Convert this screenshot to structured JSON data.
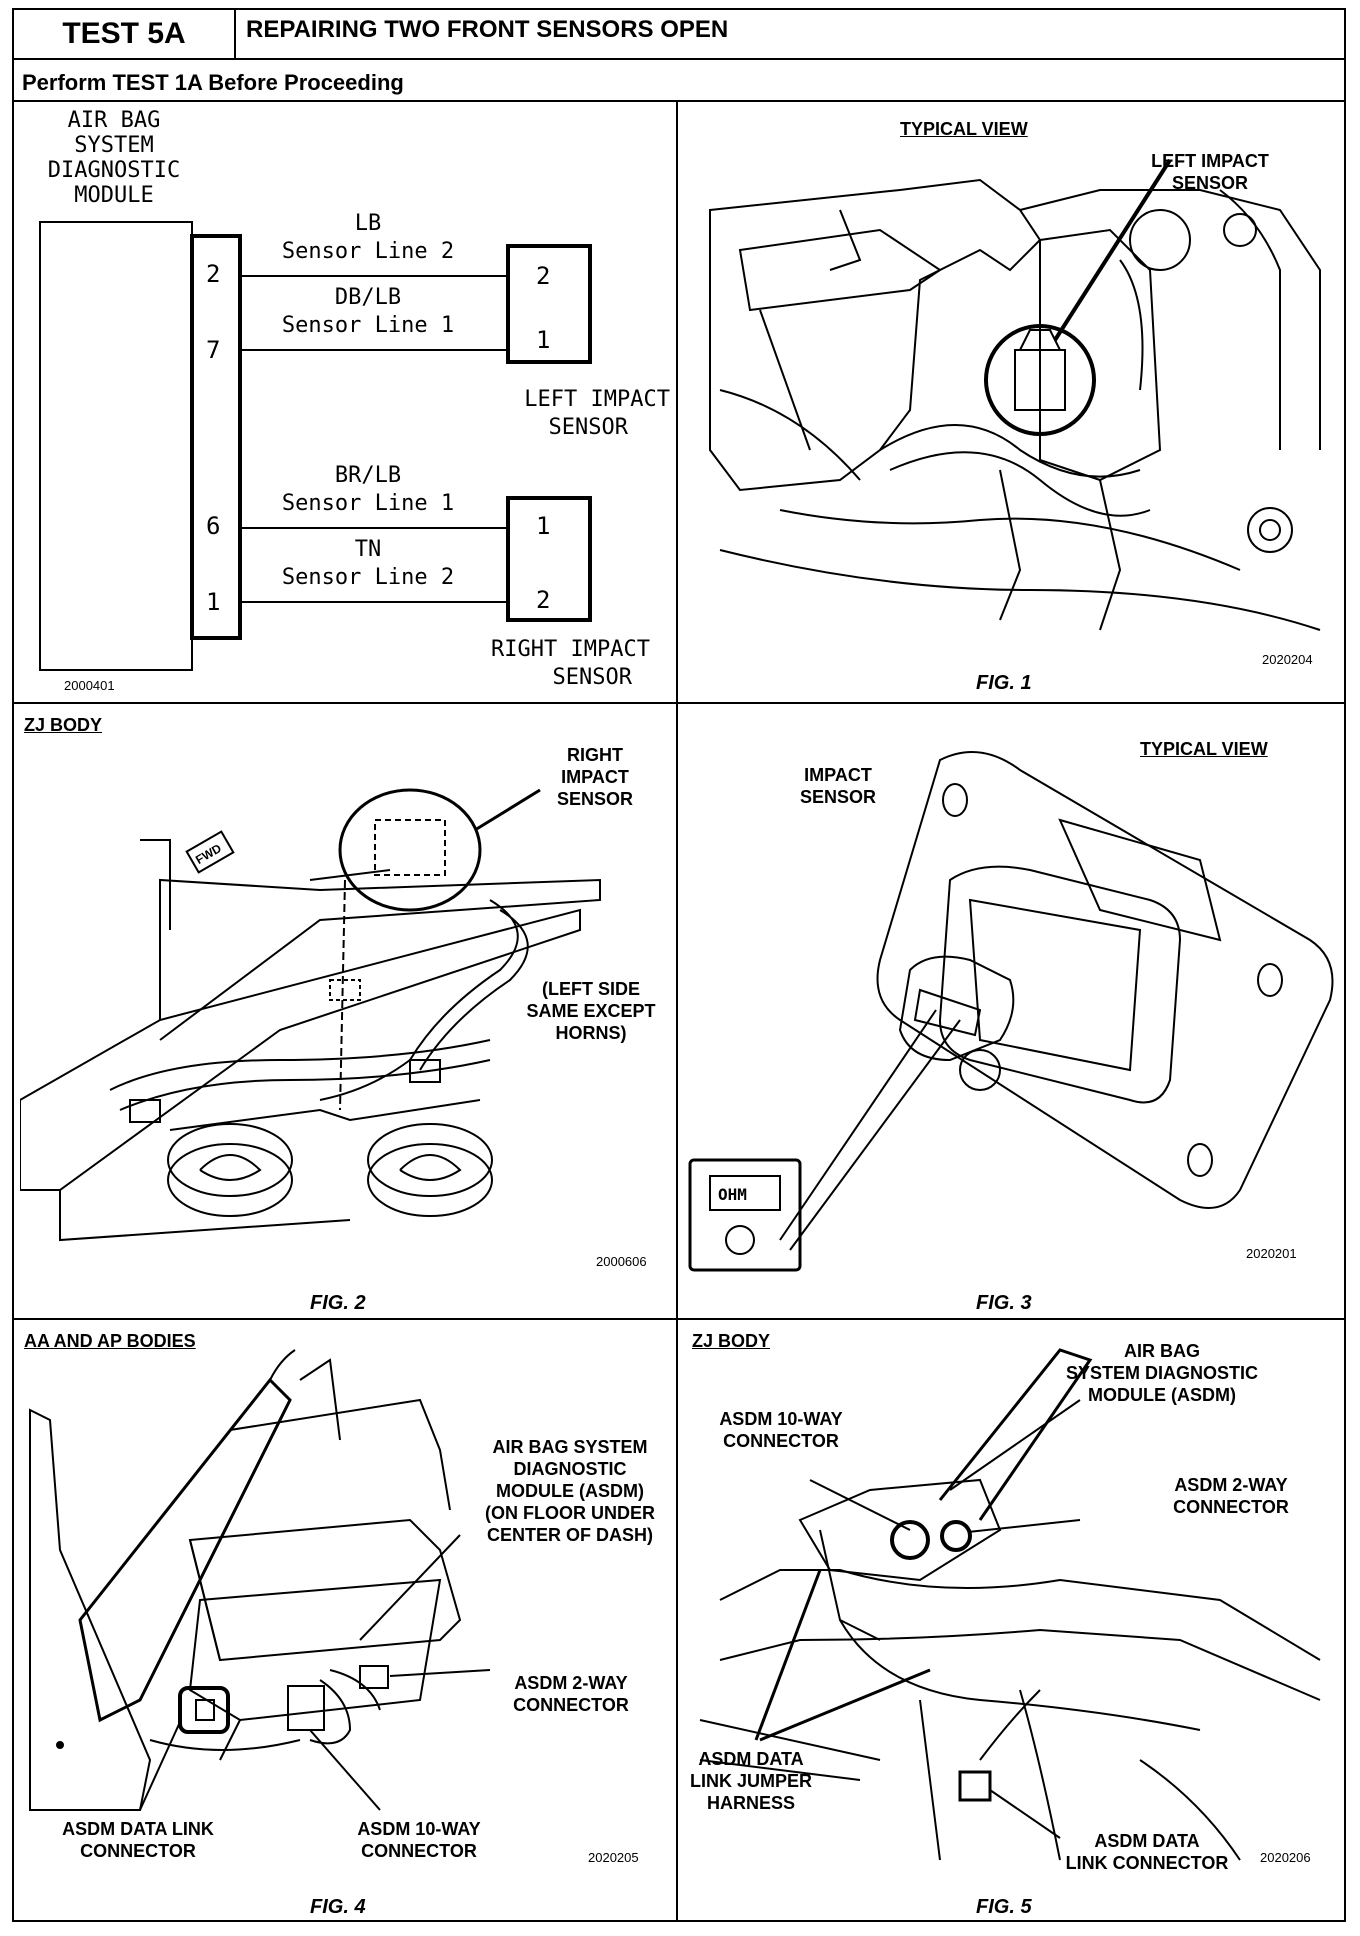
{
  "header": {
    "test": "TEST 5A",
    "title": "REPAIRING TWO FRONT SENSORS OPEN",
    "subtitle": "Perform TEST 1A Before Proceeding"
  },
  "schematic": {
    "module_label": [
      "AIR BAG",
      "SYSTEM",
      "DIAGNOSTIC",
      "MODULE"
    ],
    "module_pins": [
      "2",
      "7",
      "6",
      "1"
    ],
    "wires": [
      {
        "color": "LB",
        "line": "Sensor Line 2"
      },
      {
        "color": "DB/LB",
        "line": "Sensor Line 1"
      },
      {
        "color": "BR/LB",
        "line": "Sensor Line 1"
      },
      {
        "color": "TN",
        "line": "Sensor Line 2"
      }
    ],
    "left_sensor": {
      "pins": [
        "2",
        "1"
      ],
      "label": [
        "LEFT IMPACT",
        "SENSOR"
      ]
    },
    "right_sensor": {
      "pins": [
        "1",
        "2"
      ],
      "label": [
        "RIGHT IMPACT",
        "SENSOR"
      ]
    },
    "code": "2000401"
  },
  "fig1": {
    "view": "TYPICAL VIEW",
    "label": [
      "LEFT IMPACT",
      "SENSOR"
    ],
    "code": "2020204",
    "caption": "FIG. 1"
  },
  "fig2": {
    "body": "ZJ BODY",
    "label": [
      "RIGHT",
      "IMPACT",
      "SENSOR"
    ],
    "note": [
      "(LEFT SIDE",
      "SAME EXCEPT",
      "HORNS)"
    ],
    "fwd": "FWD",
    "code": "2000606",
    "caption": "FIG. 2"
  },
  "fig3": {
    "view": "TYPICAL VIEW",
    "label": [
      "IMPACT",
      "SENSOR"
    ],
    "meter": "OHM",
    "code": "2020201",
    "caption": "FIG. 3"
  },
  "fig4": {
    "body": "AA AND AP BODIES",
    "asdm": [
      "AIR BAG SYSTEM",
      "DIAGNOSTIC",
      "MODULE (ASDM)",
      "(ON FLOOR UNDER",
      "CENTER OF DASH)"
    ],
    "two_way": [
      "ASDM 2-WAY",
      "CONNECTOR"
    ],
    "data_link": [
      "ASDM DATA LINK",
      "CONNECTOR"
    ],
    "ten_way": [
      "ASDM 10-WAY",
      "CONNECTOR"
    ],
    "code": "2020205",
    "caption": "FIG. 4"
  },
  "fig5": {
    "body": "ZJ BODY",
    "asdm": [
      "AIR BAG",
      "SYSTEM DIAGNOSTIC",
      "MODULE (ASDM)"
    ],
    "ten_way": [
      "ASDM 10-WAY",
      "CONNECTOR"
    ],
    "two_way": [
      "ASDM 2-WAY",
      "CONNECTOR"
    ],
    "jumper": [
      "ASDM DATA",
      "LINK JUMPER",
      "HARNESS"
    ],
    "data_link": [
      "ASDM DATA",
      "LINK CONNECTOR"
    ],
    "code": "2020206",
    "caption": "FIG. 5"
  }
}
